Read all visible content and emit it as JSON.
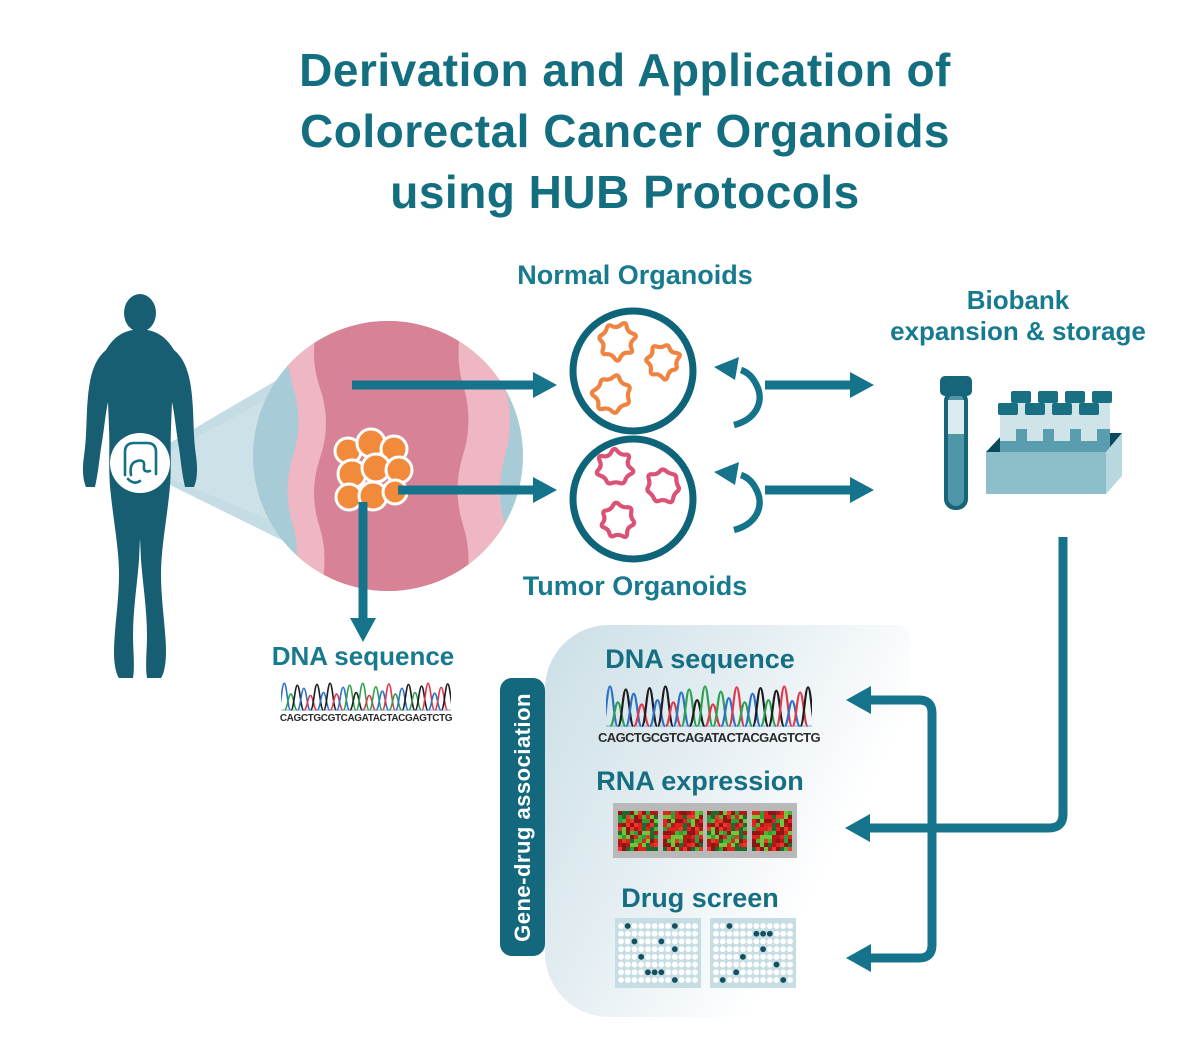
{
  "title": {
    "line1": "Derivation and Application of",
    "line2": "Colorectal Cancer Organoids",
    "line3": "using HUB Protocols"
  },
  "labels": {
    "normal_organoids": "Normal Organoids",
    "tumor_organoids": "Tumor Organoids",
    "biobank_line1": "Biobank",
    "biobank_line2": "expansion & storage",
    "dna_sequence_left": "DNA sequence",
    "gene_drug_tab": "Gene-drug association"
  },
  "panel": {
    "dna_heading": "DNA sequence",
    "rna_heading": "RNA expression",
    "drug_heading": "Drug screen"
  },
  "chromatogram": {
    "sequence": "CAGCTGCGTCAGATACTACGAGTCTG",
    "base_colors": {
      "A": "#2fa150",
      "C": "#2b72c8",
      "G": "#1d1d1d",
      "T": "#e0394b"
    },
    "peak_heights": [
      0.92,
      0.55,
      0.85,
      0.75,
      0.5,
      0.88,
      0.6,
      0.92,
      0.55,
      0.78,
      0.85,
      0.6,
      0.92,
      0.5,
      0.8,
      0.65,
      0.9,
      0.55,
      0.75,
      0.88,
      0.6,
      0.82,
      0.92,
      0.58,
      0.78,
      0.9
    ]
  },
  "heatmap": {
    "background": "#b9b9b9",
    "red_shades": [
      "#df231f",
      "#b31818",
      "#8f1414",
      "#e8392b"
    ],
    "green_shades": [
      "#2f9e3a",
      "#6fc837",
      "#1d6b2c",
      "#49b335"
    ],
    "squares": 4,
    "grid": 10
  },
  "drug_plates": {
    "rows": 8,
    "cols": 12,
    "plate_color": "#c6dde3",
    "well_color": "#ffffff",
    "hit_color": "#134f60",
    "plate1_hits": [
      [
        0,
        1
      ],
      [
        0,
        8
      ],
      [
        2,
        2
      ],
      [
        2,
        6
      ],
      [
        3,
        8
      ],
      [
        4,
        3
      ],
      [
        6,
        4
      ],
      [
        6,
        5
      ],
      [
        6,
        6
      ],
      [
        7,
        8
      ]
    ],
    "plate2_hits": [
      [
        0,
        2
      ],
      [
        1,
        6
      ],
      [
        1,
        7
      ],
      [
        1,
        8
      ],
      [
        3,
        7
      ],
      [
        4,
        4
      ],
      [
        5,
        9
      ],
      [
        6,
        3
      ],
      [
        7,
        1
      ],
      [
        7,
        10
      ]
    ]
  },
  "organoids": {
    "normal_color": "#ef8440",
    "tumor_color": "#da5276"
  },
  "colors": {
    "title_teal": "#136e80",
    "label_teal": "#177a8e",
    "arrow_teal": "#15748c",
    "body_teal": "#175e73",
    "tab_teal": "#14687d",
    "tissue_blue": "#a7ccd7",
    "tissue_pink_light": "#efb6c3",
    "tissue_rose": "#d78296",
    "tumor_orange": "#f28a3c"
  }
}
